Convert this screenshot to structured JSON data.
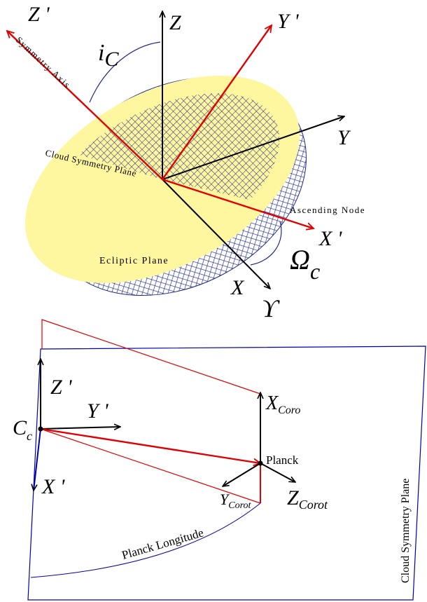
{
  "top": {
    "axes": {
      "z": "Z",
      "z_prime": "Z '",
      "y": "Y",
      "y_prime": "Y '",
      "x": "X",
      "x_prime": "X '"
    },
    "inclination": {
      "main": "i",
      "sub": "C"
    },
    "node_longitude": {
      "main": "Ω",
      "sub": "c"
    },
    "vernal_symbol": "ϒ",
    "labels": {
      "symmetry_axis": "Symmetry Axis",
      "cloud_symmetry_plane": "Cloud Symmetry Plane",
      "ecliptic_plane": "Ecliptic Plane",
      "ascending_node": "Ascending Node"
    },
    "colors": {
      "red_axes": "#e00000",
      "black_axes": "#000000",
      "ecliptic_fill": "#fff6a0",
      "hatch": "#1f2a8c"
    }
  },
  "bottom": {
    "axes": {
      "z_prime": "Z '",
      "y_prime": "Y '",
      "x_prime": "X '",
      "x_coro": {
        "main": "X",
        "sub": "Coro"
      },
      "y_corot": {
        "main": "Y",
        "sub": "Corot"
      },
      "z_corot": {
        "main": "Z",
        "sub": "Corot"
      }
    },
    "origin": {
      "main": "C",
      "sub": "c"
    },
    "planck": "Planck",
    "planck_longitude": "Planck Longitude",
    "cloud_symmetry_plane": "Cloud Symmetry Plane",
    "colors": {
      "frame": "#0000b0",
      "red": "#e00000"
    }
  }
}
